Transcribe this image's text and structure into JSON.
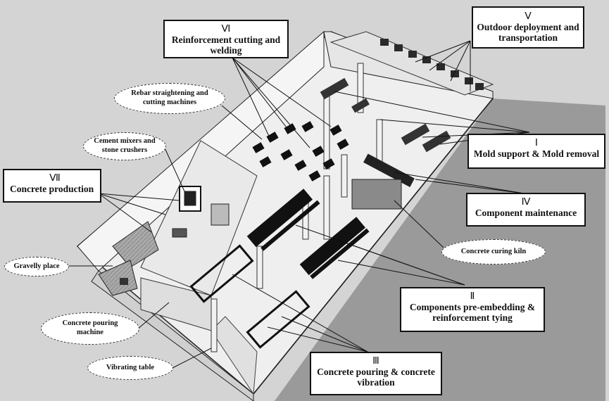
{
  "zones": [
    {
      "num": "Ⅰ",
      "text": "Mold support & Mold removal"
    },
    {
      "num": "Ⅱ",
      "text": "Components pre-embedding & reinforcement tying"
    },
    {
      "num": "Ⅲ",
      "text": "Concrete pouring & concrete vibration"
    },
    {
      "num": "Ⅳ",
      "text": "Component maintenance"
    },
    {
      "num": "Ⅴ",
      "text": "Outdoor deployment and transportation"
    },
    {
      "num": "Ⅵ",
      "text": "Reinforcement cutting and welding"
    },
    {
      "num": "Ⅶ",
      "text": "Concrete production"
    }
  ],
  "equipment": [
    {
      "text": "Rebar straightening and cutting machines"
    },
    {
      "text": "Cement mixers and stone crushers"
    },
    {
      "text": "Gravelly place"
    },
    {
      "text": "Concrete curing kiln"
    },
    {
      "text": "Concrete pouring machine"
    },
    {
      "text": "Vibrating table"
    }
  ]
}
